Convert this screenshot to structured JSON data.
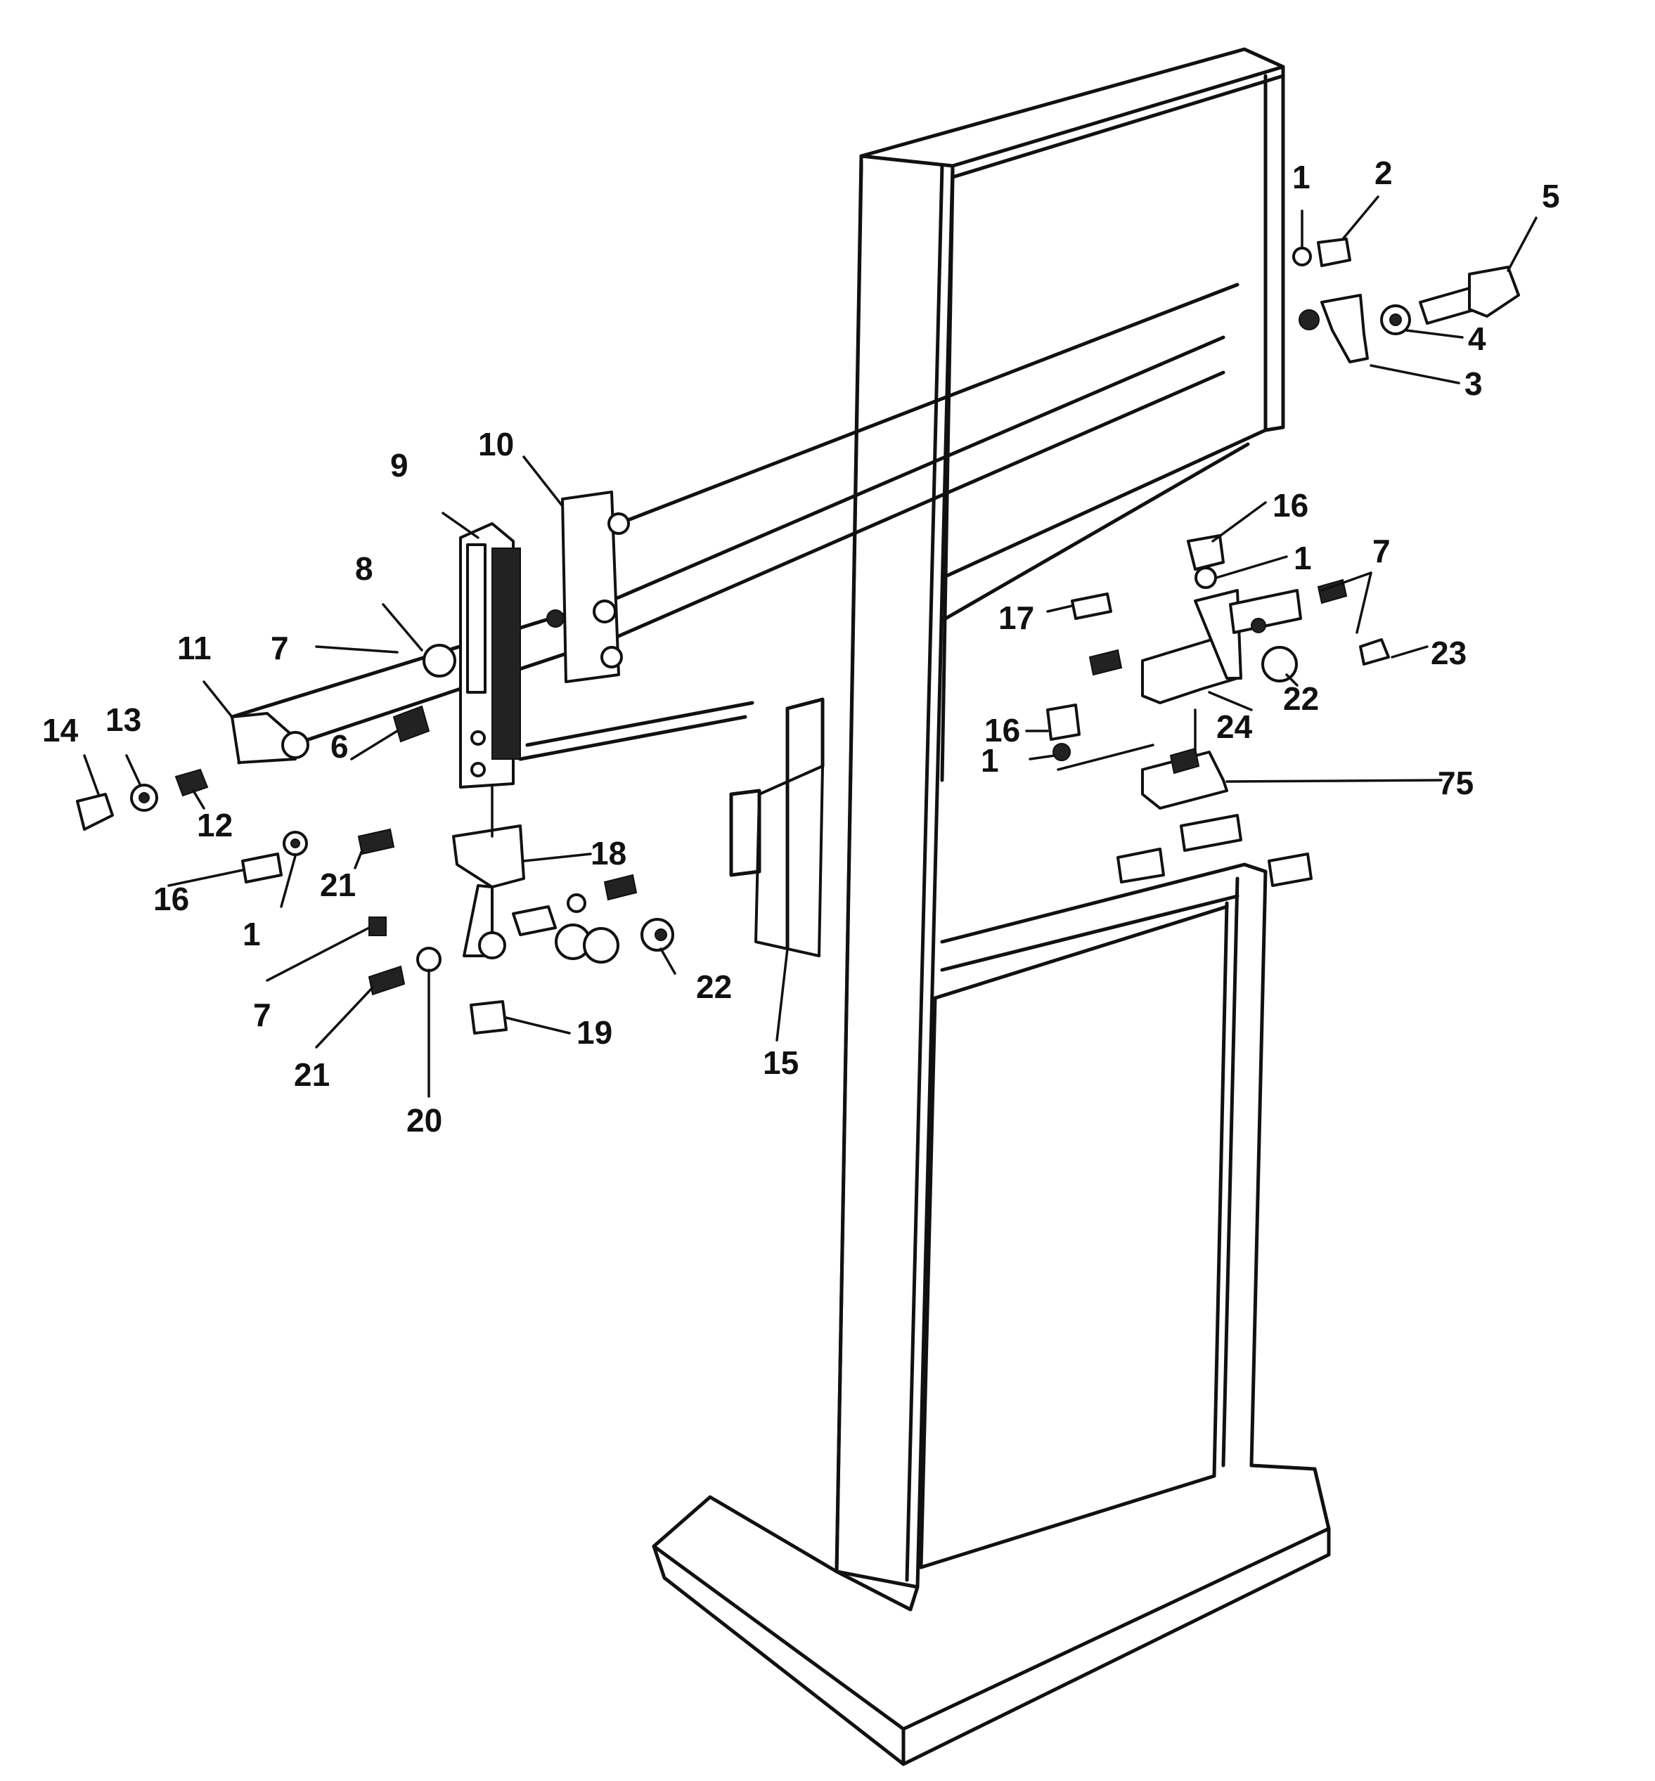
{
  "diagram": {
    "type": "exploded parts diagram",
    "callouts": [
      {
        "id": "c1a",
        "text": "1"
      },
      {
        "id": "c2",
        "text": "2"
      },
      {
        "id": "c5",
        "text": "5"
      },
      {
        "id": "c4",
        "text": "4"
      },
      {
        "id": "c3",
        "text": "3"
      },
      {
        "id": "c10",
        "text": "10"
      },
      {
        "id": "c9",
        "text": "9"
      },
      {
        "id": "c8",
        "text": "8"
      },
      {
        "id": "c7a",
        "text": "7"
      },
      {
        "id": "c11",
        "text": "11"
      },
      {
        "id": "c14",
        "text": "14"
      },
      {
        "id": "c13",
        "text": "13"
      },
      {
        "id": "c12",
        "text": "12"
      },
      {
        "id": "c6",
        "text": "6"
      },
      {
        "id": "c16a",
        "text": "16"
      },
      {
        "id": "c1b",
        "text": "1"
      },
      {
        "id": "c7b",
        "text": "7"
      },
      {
        "id": "c17",
        "text": "17"
      },
      {
        "id": "c23",
        "text": "23"
      },
      {
        "id": "c22a",
        "text": "22"
      },
      {
        "id": "c24",
        "text": "24"
      },
      {
        "id": "c16b",
        "text": "16"
      },
      {
        "id": "c1c",
        "text": "1"
      },
      {
        "id": "c25",
        "text": "75"
      },
      {
        "id": "c16c",
        "text": "16"
      },
      {
        "id": "c1d",
        "text": "1"
      },
      {
        "id": "c21a",
        "text": "21"
      },
      {
        "id": "c18",
        "text": "18"
      },
      {
        "id": "c7c",
        "text": "7"
      },
      {
        "id": "c22b",
        "text": "22"
      },
      {
        "id": "c19",
        "text": "19"
      },
      {
        "id": "c21b",
        "text": "21"
      },
      {
        "id": "c20",
        "text": "20"
      },
      {
        "id": "c15",
        "text": "15"
      }
    ]
  }
}
